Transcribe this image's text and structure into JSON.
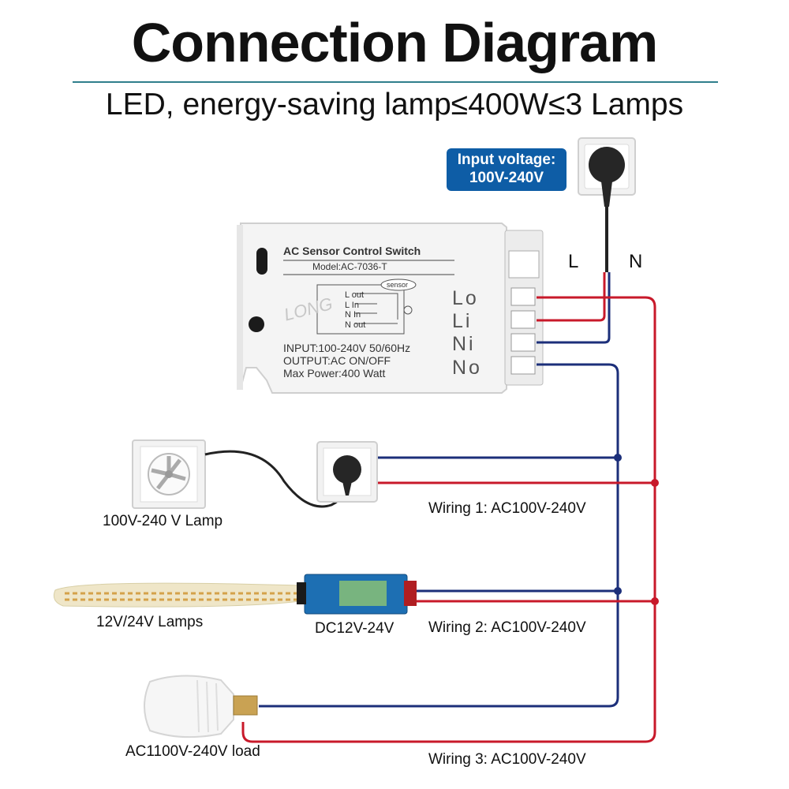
{
  "title": "Connection Diagram",
  "subtitle": "LED, energy-saving lamp≤400W≤3 Lamps",
  "input_badge": {
    "line1": "Input voltage:",
    "line2": "100V-240V"
  },
  "supply": {
    "l_label": "L",
    "n_label": "N"
  },
  "device": {
    "name": "AC Sensor Control Switch",
    "model": "Model:AC-7036-T",
    "brand": "LONG",
    "sensor_tag": "sensor",
    "inner_terminals": [
      "L out",
      "L  In",
      "N  In",
      "N out"
    ],
    "specs": [
      "INPUT:100-240V 50/60Hz",
      "OUTPUT:AC ON/OFF",
      "Max Power:400 Watt"
    ],
    "terminal_labels": [
      "Lo",
      "Li",
      "Ni",
      "No"
    ]
  },
  "loads": [
    {
      "label": "100V-240 V Lamp",
      "wiring": "Wiring 1: AC100V-240V"
    },
    {
      "label": "12V/24V Lamps",
      "driver": "DC12V-24V",
      "wiring": "Wiring 2: AC100V-240V"
    },
    {
      "label": "AC1100V-240V load",
      "wiring": "Wiring 3: AC100V-240V"
    }
  ],
  "colors": {
    "live_wire": "#c8192a",
    "neutral_wire": "#1c2f7a",
    "badge": "#0e5da6",
    "title_rule": "#2f7f8c"
  }
}
